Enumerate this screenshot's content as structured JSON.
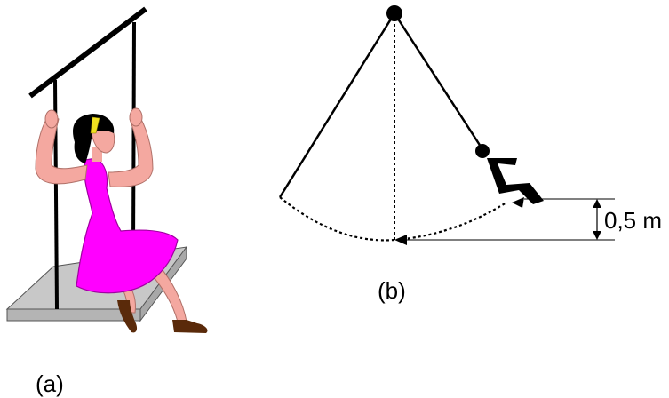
{
  "figure": {
    "panel_a": {
      "caption": "(a)",
      "colors": {
        "dress": "#ff00ff",
        "skin": "#f4a8a0",
        "hair": "#000000",
        "headband": "#f0e020",
        "seat": "#c8c8c8",
        "shoes": "#5a2a0a"
      }
    },
    "panel_b": {
      "caption": "(b)",
      "height_label": "0,5 m"
    }
  }
}
